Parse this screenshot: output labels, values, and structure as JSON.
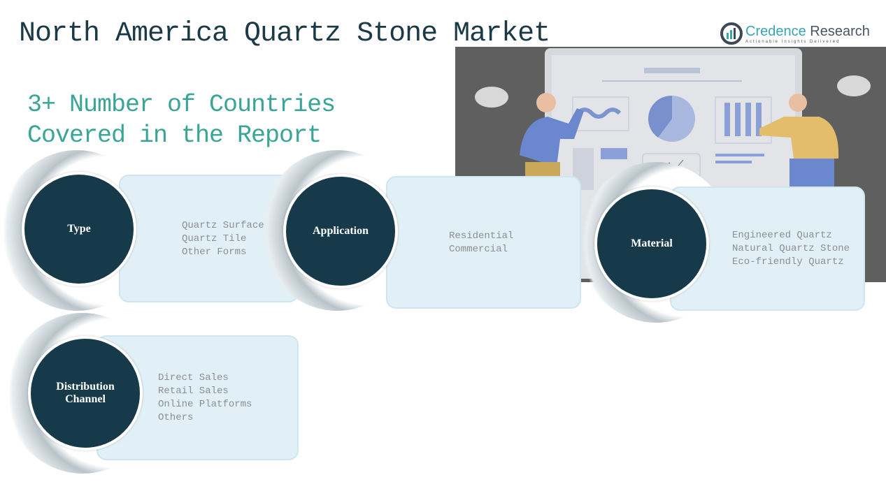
{
  "title": "North America Quartz Stone Market",
  "subtitle_line1": "3+ Number of Countries",
  "subtitle_line2": "Covered in the Report",
  "logo": {
    "name_a": "Credence",
    "name_b": " Research",
    "tagline": "Actionable Insights Delivered"
  },
  "segments": [
    {
      "label": "Type",
      "items": [
        "Quartz Surface",
        "Quartz Tile",
        "Other Forms"
      ]
    },
    {
      "label": "Application",
      "items": [
        "Residential",
        "Commercial"
      ]
    },
    {
      "label": "Material",
      "items": [
        "Engineered Quartz",
        "Natural Quartz Stone",
        "Eco-friendly Quartz"
      ]
    },
    {
      "label": "Distribution Channel",
      "items": [
        "Direct Sales",
        "Retail Sales",
        "Online Platforms",
        "Others"
      ]
    }
  ],
  "colors": {
    "circle": "#173a4a",
    "title": "#1b3a46",
    "subtitle": "#3aa597",
    "box": "#e1eff6"
  }
}
